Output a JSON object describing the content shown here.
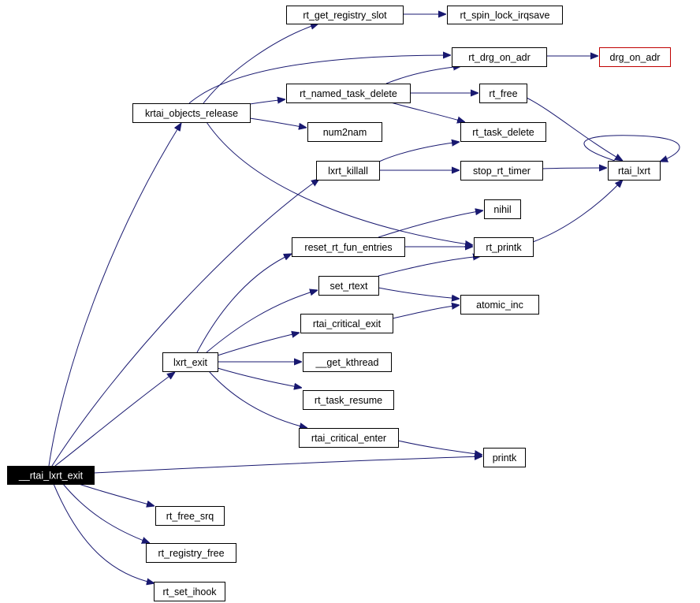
{
  "graph": {
    "root": "rtai_lxrt_exit",
    "nodes": [
      {
        "id": "rtai_lxrt_exit",
        "label": "__rtai_lxrt_exit",
        "style": "root"
      },
      {
        "id": "krtai_objects_release",
        "label": "krtai_objects_release"
      },
      {
        "id": "rt_get_registry_slot",
        "label": "rt_get_registry_slot"
      },
      {
        "id": "rt_spin_lock_irqsave",
        "label": "rt_spin_lock_irqsave"
      },
      {
        "id": "rt_drg_on_adr",
        "label": "rt_drg_on_adr"
      },
      {
        "id": "drg_on_adr",
        "label": "drg_on_adr",
        "style": "missing"
      },
      {
        "id": "rt_named_task_delete",
        "label": "rt_named_task_delete"
      },
      {
        "id": "rt_free",
        "label": "rt_free"
      },
      {
        "id": "rt_task_delete",
        "label": "rt_task_delete"
      },
      {
        "id": "num2nam",
        "label": "num2nam"
      },
      {
        "id": "lxrt_killall",
        "label": "lxrt_killall"
      },
      {
        "id": "stop_rt_timer",
        "label": "stop_rt_timer"
      },
      {
        "id": "rtai_lxrt",
        "label": "rtai_lxrt"
      },
      {
        "id": "nihil",
        "label": "nihil"
      },
      {
        "id": "reset_rt_fun_entries",
        "label": "reset_rt_fun_entries"
      },
      {
        "id": "rt_printk",
        "label": "rt_printk"
      },
      {
        "id": "set_rtext",
        "label": "set_rtext"
      },
      {
        "id": "atomic_inc",
        "label": "atomic_inc"
      },
      {
        "id": "rtai_critical_exit",
        "label": "rtai_critical_exit"
      },
      {
        "id": "lxrt_exit",
        "label": "lxrt_exit"
      },
      {
        "id": "get_kthread",
        "label": "__get_kthread"
      },
      {
        "id": "rt_task_resume",
        "label": "rt_task_resume"
      },
      {
        "id": "rtai_critical_enter",
        "label": "rtai_critical_enter"
      },
      {
        "id": "printk",
        "label": "printk"
      },
      {
        "id": "rt_free_srq",
        "label": "rt_free_srq"
      },
      {
        "id": "rt_registry_free",
        "label": "rt_registry_free"
      },
      {
        "id": "rt_set_ihook",
        "label": "rt_set_ihook"
      }
    ],
    "edges": [
      {
        "from": "rtai_lxrt_exit",
        "to": "krtai_objects_release"
      },
      {
        "from": "rtai_lxrt_exit",
        "to": "lxrt_killall"
      },
      {
        "from": "rtai_lxrt_exit",
        "to": "lxrt_exit"
      },
      {
        "from": "rtai_lxrt_exit",
        "to": "printk"
      },
      {
        "from": "rtai_lxrt_exit",
        "to": "rt_free_srq"
      },
      {
        "from": "rtai_lxrt_exit",
        "to": "rt_registry_free"
      },
      {
        "from": "rtai_lxrt_exit",
        "to": "rt_set_ihook"
      },
      {
        "from": "krtai_objects_release",
        "to": "rt_get_registry_slot"
      },
      {
        "from": "krtai_objects_release",
        "to": "rt_drg_on_adr"
      },
      {
        "from": "krtai_objects_release",
        "to": "rt_named_task_delete"
      },
      {
        "from": "krtai_objects_release",
        "to": "num2nam"
      },
      {
        "from": "krtai_objects_release",
        "to": "rt_printk"
      },
      {
        "from": "rt_get_registry_slot",
        "to": "rt_spin_lock_irqsave"
      },
      {
        "from": "rt_drg_on_adr",
        "to": "drg_on_adr"
      },
      {
        "from": "rt_named_task_delete",
        "to": "rt_drg_on_adr"
      },
      {
        "from": "rt_named_task_delete",
        "to": "rt_free"
      },
      {
        "from": "rt_named_task_delete",
        "to": "rt_task_delete"
      },
      {
        "from": "rt_free",
        "to": "rtai_lxrt"
      },
      {
        "from": "rtai_lxrt",
        "to": "rtai_lxrt"
      },
      {
        "from": "lxrt_killall",
        "to": "rt_task_delete"
      },
      {
        "from": "lxrt_killall",
        "to": "stop_rt_timer"
      },
      {
        "from": "stop_rt_timer",
        "to": "rtai_lxrt"
      },
      {
        "from": "rt_printk",
        "to": "rtai_lxrt"
      },
      {
        "from": "reset_rt_fun_entries",
        "to": "nihil"
      },
      {
        "from": "reset_rt_fun_entries",
        "to": "rt_printk"
      },
      {
        "from": "set_rtext",
        "to": "rt_printk"
      },
      {
        "from": "set_rtext",
        "to": "atomic_inc"
      },
      {
        "from": "rtai_critical_exit",
        "to": "atomic_inc"
      },
      {
        "from": "lxrt_exit",
        "to": "reset_rt_fun_entries"
      },
      {
        "from": "lxrt_exit",
        "to": "set_rtext"
      },
      {
        "from": "lxrt_exit",
        "to": "rtai_critical_exit"
      },
      {
        "from": "lxrt_exit",
        "to": "get_kthread"
      },
      {
        "from": "lxrt_exit",
        "to": "rt_task_resume"
      },
      {
        "from": "lxrt_exit",
        "to": "rtai_critical_enter"
      },
      {
        "from": "rtai_critical_enter",
        "to": "printk"
      }
    ],
    "colors": {
      "edge": "#191970",
      "node_border": "#000000",
      "missing_border": "#c00000",
      "root_fill": "#000000",
      "root_text": "#ffffff",
      "background": "#ffffff"
    }
  }
}
